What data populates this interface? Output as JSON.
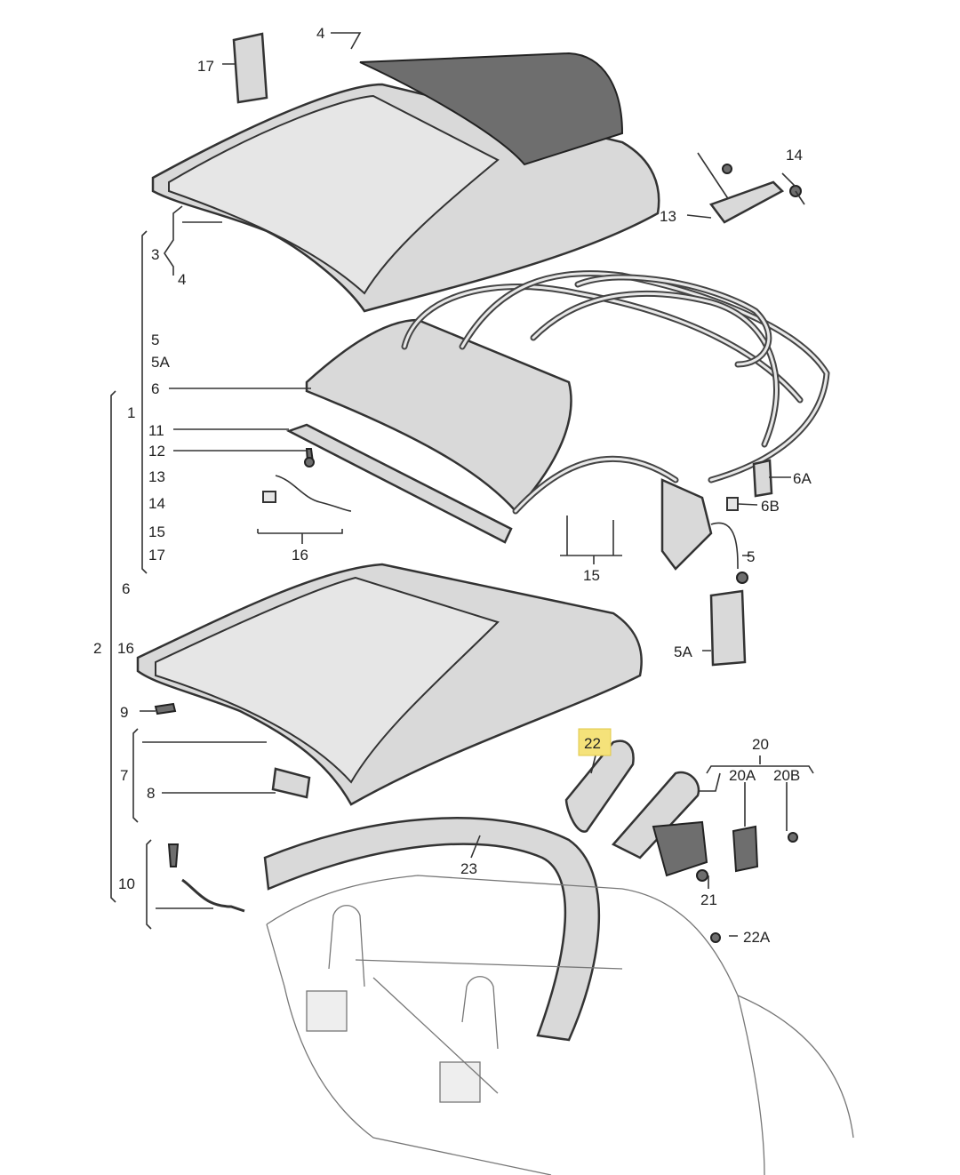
{
  "diagram": {
    "highlight_color": "#f5e27a",
    "labels": {
      "top_17": "17",
      "top_4": "4",
      "top_14": "14",
      "top_13": "13",
      "b3": "3",
      "b3_4": "4",
      "l5": "5",
      "l5A": "5A",
      "l6": "6",
      "l1": "1",
      "l11": "11",
      "l12": "12",
      "l13": "13",
      "l14": "14",
      "l15": "15",
      "l17": "17",
      "l16": "16",
      "r6A": "6A",
      "r6B": "6B",
      "r5": "5",
      "c15": "15",
      "l6b": "6",
      "l2": "2",
      "l16b": "16",
      "r5A": "5A",
      "l9": "9",
      "l7": "7",
      "l8": "8",
      "h22": "22",
      "r20": "20",
      "r20A": "20A",
      "r20B": "20B",
      "c23": "23",
      "l10": "10",
      "r21": "21",
      "r22A": "22A"
    }
  }
}
